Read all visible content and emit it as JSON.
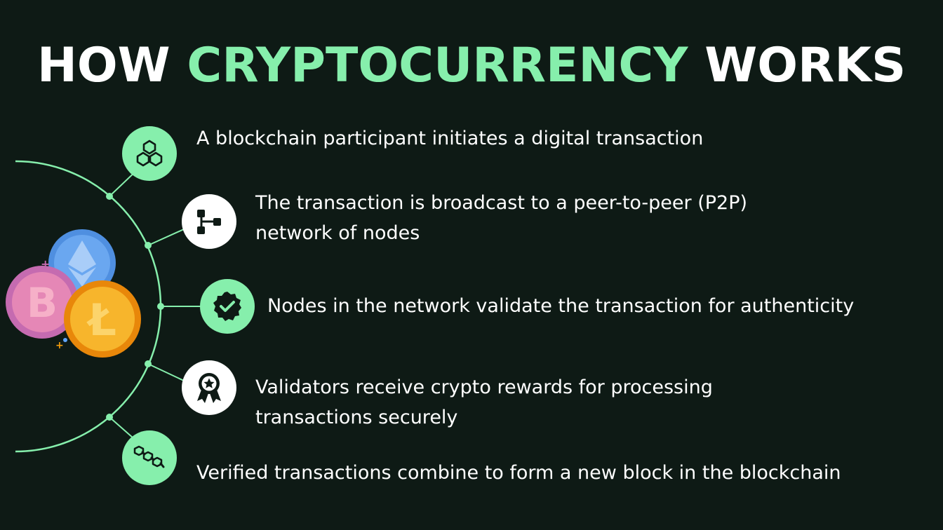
{
  "title": {
    "part1": "HOW ",
    "accent": "CRYPTOCURRENCY",
    "part2": " WORKS"
  },
  "steps": [
    {
      "icon": "blocks-icon",
      "lines": [
        "A blockchain participant initiates a digital transaction"
      ]
    },
    {
      "icon": "network-nodes-icon",
      "lines": [
        "The transaction is broadcast to a peer-to-peer (P2P)",
        "network of nodes"
      ]
    },
    {
      "icon": "verified-check-icon",
      "lines": [
        "Nodes in the network validate the transaction for authenticity"
      ]
    },
    {
      "icon": "award-ribbon-icon",
      "lines": [
        "Validators receive crypto rewards for processing",
        "transactions securely"
      ]
    },
    {
      "icon": "chain-blocks-icon",
      "lines": [
        "Verified transactions combine to form a new block in the blockchain"
      ]
    }
  ],
  "coins": [
    {
      "name": "bitcoin",
      "symbol": "B",
      "color": "#e879a8"
    },
    {
      "name": "ethereum",
      "symbol": "",
      "color": "#60a5fa"
    },
    {
      "name": "litecoin",
      "symbol": "Ł",
      "color": "#f59e0b"
    }
  ],
  "colors": {
    "background": "#0e1a15",
    "accent": "#86efac",
    "text": "#ffffff",
    "icon_dark": "#0e1a15"
  }
}
